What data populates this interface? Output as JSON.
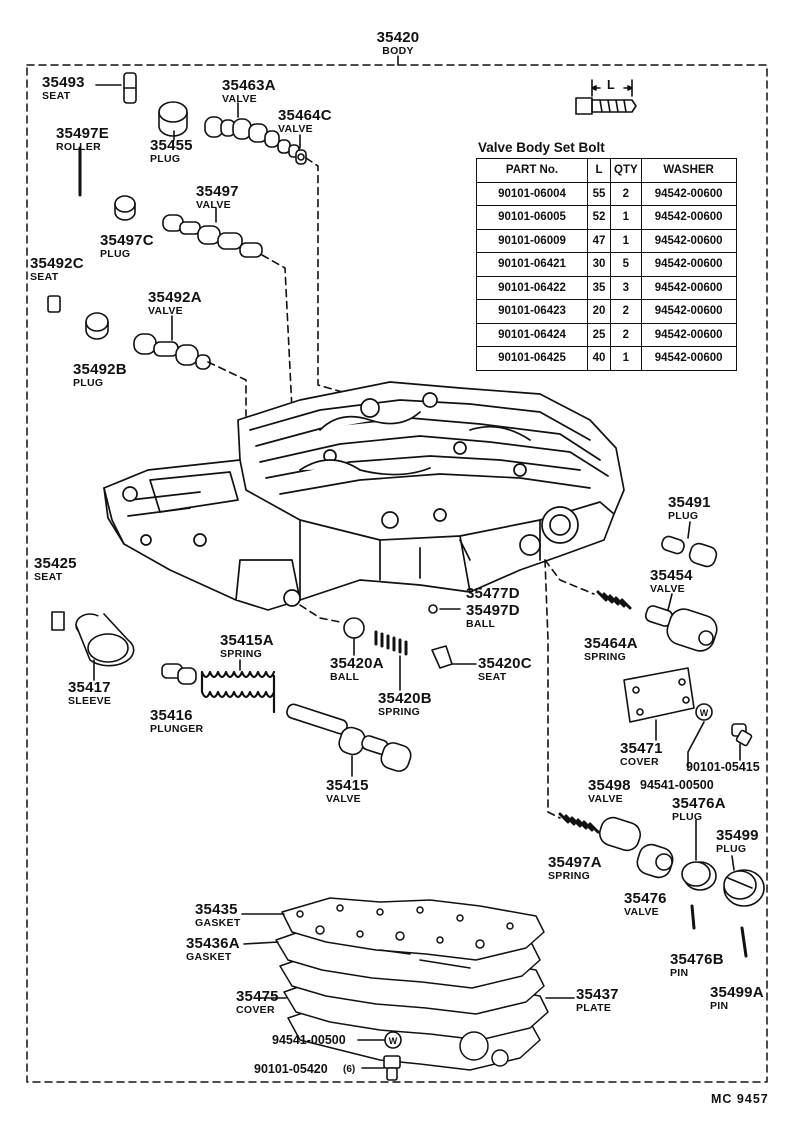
{
  "body_label": {
    "num": "35420",
    "name": "BODY"
  },
  "bolt_dim_label": "L",
  "spec": {
    "title": "Valve Body Set Bolt",
    "headers": [
      "PART No.",
      "L",
      "QTY",
      "WASHER"
    ],
    "rows": [
      [
        "90101-06004",
        "55",
        "2",
        "94542-00600"
      ],
      [
        "90101-06005",
        "52",
        "1",
        "94542-00600"
      ],
      [
        "90101-06009",
        "47",
        "1",
        "94542-00600"
      ],
      [
        "90101-06421",
        "30",
        "5",
        "94542-00600"
      ],
      [
        "90101-06422",
        "35",
        "3",
        "94542-00600"
      ],
      [
        "90101-06423",
        "20",
        "2",
        "94542-00600"
      ],
      [
        "90101-06424",
        "25",
        "2",
        "94542-00600"
      ],
      [
        "90101-06425",
        "40",
        "1",
        "94542-00600"
      ]
    ]
  },
  "labels": {
    "l35493": {
      "num": "35493",
      "name": "SEAT"
    },
    "l35463a": {
      "num": "35463A",
      "name": "VALVE"
    },
    "l35464c": {
      "num": "35464C",
      "name": "VALVE"
    },
    "l35455": {
      "num": "35455",
      "name": "PLUG"
    },
    "l35497e": {
      "num": "35497E",
      "name": "ROLLER"
    },
    "l35497": {
      "num": "35497",
      "name": "VALVE"
    },
    "l35497c": {
      "num": "35497C",
      "name": "PLUG"
    },
    "l35492c": {
      "num": "35492C",
      "name": "SEAT"
    },
    "l35492a": {
      "num": "35492A",
      "name": "VALVE"
    },
    "l35492b": {
      "num": "35492B",
      "name": "PLUG"
    },
    "l35491": {
      "num": "35491",
      "name": "PLUG"
    },
    "l35454": {
      "num": "35454",
      "name": "VALVE"
    },
    "l35425": {
      "num": "35425",
      "name": "SEAT"
    },
    "l35477d": {
      "num": "35477D",
      "name": ""
    },
    "l35497d": {
      "num": "35497D",
      "name": "BALL"
    },
    "l35415a": {
      "num": "35415A",
      "name": "SPRING"
    },
    "l35417": {
      "num": "35417",
      "name": "SLEEVE"
    },
    "l35420a": {
      "num": "35420A",
      "name": "BALL"
    },
    "l35420b": {
      "num": "35420B",
      "name": "SPRING"
    },
    "l35420c": {
      "num": "35420C",
      "name": "SEAT"
    },
    "l35464a": {
      "num": "35464A",
      "name": "SPRING"
    },
    "l35416": {
      "num": "35416",
      "name": "PLUNGER"
    },
    "l35415": {
      "num": "35415",
      "name": "VALVE"
    },
    "l35471": {
      "num": "35471",
      "name": "COVER"
    },
    "l35498": {
      "num": "35498",
      "name": "VALVE"
    },
    "l35476a": {
      "num": "35476A",
      "name": "PLUG"
    },
    "l35499": {
      "num": "35499",
      "name": "PLUG"
    },
    "l35497a": {
      "num": "35497A",
      "name": "SPRING"
    },
    "l35476": {
      "num": "35476",
      "name": "VALVE"
    },
    "l35476b": {
      "num": "35476B",
      "name": "PIN"
    },
    "l35499a": {
      "num": "35499A",
      "name": "PIN"
    },
    "l35435": {
      "num": "35435",
      "name": "GASKET"
    },
    "l35436a": {
      "num": "35436A",
      "name": "GASKET"
    },
    "l35475": {
      "num": "35475",
      "name": "COVER"
    },
    "l35437": {
      "num": "35437",
      "name": "PLATE"
    }
  },
  "parts_plain": {
    "bolt_90101_05415": "90101-05415",
    "washer_94541_00500_right": "94541-00500",
    "washer_94541_00500_bottom": "94541-00500",
    "bolt_90101_05420": "90101-05420",
    "bolt_90101_05420_qty": "(6)"
  },
  "washer_mark": "W",
  "diagram_code": "MC  9457"
}
